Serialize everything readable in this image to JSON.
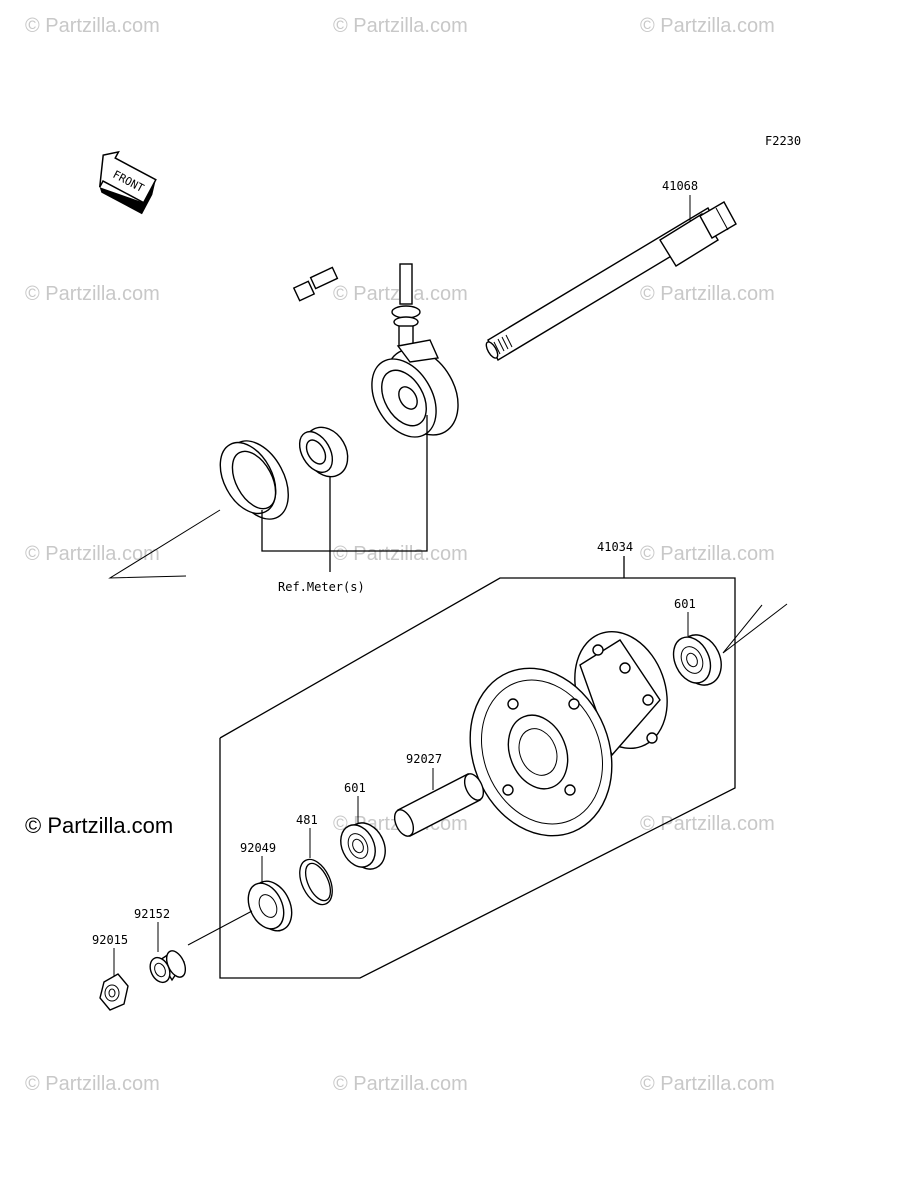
{
  "watermark_text": "© Partzilla.com",
  "copyright": "© Partzilla.com",
  "figure_code": "F2230",
  "front_arrow_text": "FRONT",
  "ref_label": "Ref.Meter(s)",
  "parts": {
    "axle": "41068",
    "hub": "41034",
    "bearing_right": "601",
    "collar_inner": "92027",
    "bearing_left": "601",
    "circlip": "481",
    "oil_seal": "92049",
    "collar": "92152",
    "nut": "92015"
  }
}
